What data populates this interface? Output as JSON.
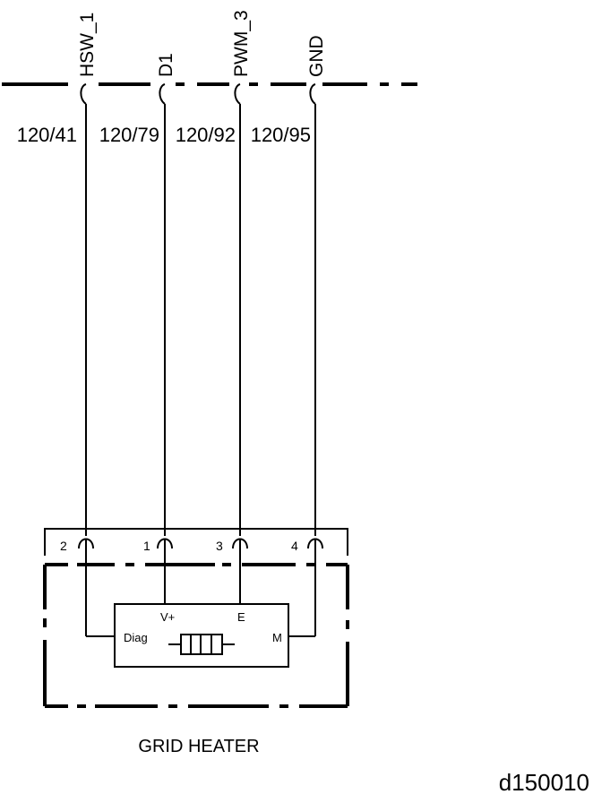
{
  "signals": [
    {
      "name": "HSW_1",
      "code": "120/41",
      "pin": "2"
    },
    {
      "name": "D1",
      "code": "120/79",
      "pin": "1"
    },
    {
      "name": "PWM_3",
      "code": "120/92",
      "pin": "3"
    },
    {
      "name": "GND",
      "code": "120/95",
      "pin": "4"
    }
  ],
  "component": {
    "label": "GRID HEATER",
    "terminals": {
      "diag": "Diag",
      "vplus": "V+",
      "e": "E",
      "m": "M"
    }
  },
  "figure_id": "d150010"
}
